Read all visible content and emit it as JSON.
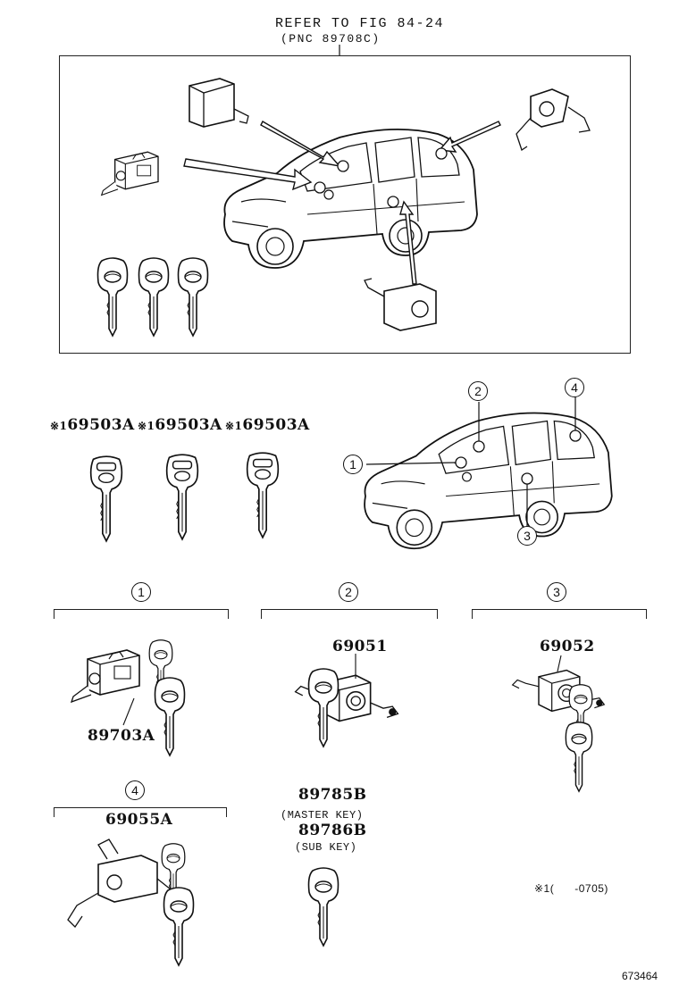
{
  "reference": {
    "line1": "REFER TO FIG  84-24",
    "line2": "(PNC 89708C)"
  },
  "keys_row": {
    "prefix_mark": "※1",
    "part": "69503A",
    "count": 3
  },
  "callouts": {
    "c1": "1",
    "c2": "2",
    "c3": "3",
    "c4": "4"
  },
  "groups": {
    "g1": {
      "number": "1",
      "part": "89703A"
    },
    "g2": {
      "number": "2",
      "part": "69051"
    },
    "g3": {
      "number": "3",
      "part": "69052"
    },
    "g4": {
      "number": "4",
      "part": "69055A"
    }
  },
  "spare_keys": {
    "master_part": "89785B",
    "master_label": "(MASTER KEY)",
    "sub_part": "89786B",
    "sub_label": "(SUB KEY)"
  },
  "footnote": {
    "mark": "※1",
    "range": "(      -0705)"
  },
  "diagram_number": "673464"
}
